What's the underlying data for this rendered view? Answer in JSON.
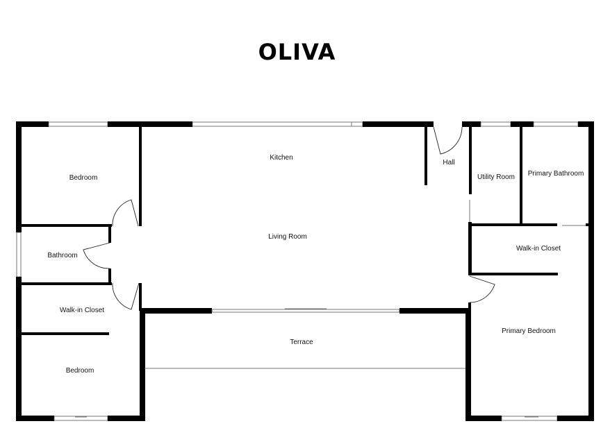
{
  "title": "OLIVA",
  "rooms": {
    "bedroom_top": "Bedroom",
    "kitchen": "Kitchen",
    "hall": "Hall",
    "utility_room": "Utility Room",
    "primary_bathroom": "Primary Bathroom",
    "living_room": "Living Room",
    "bathroom": "Bathroom",
    "walk_in_closet_left": "Walk-in Closet",
    "walk_in_closet_right": "Walk-in Closet",
    "terrace": "Terrace",
    "primary_bedroom": "Primary Bedroom",
    "bedroom_bottom": "Bedroom"
  }
}
